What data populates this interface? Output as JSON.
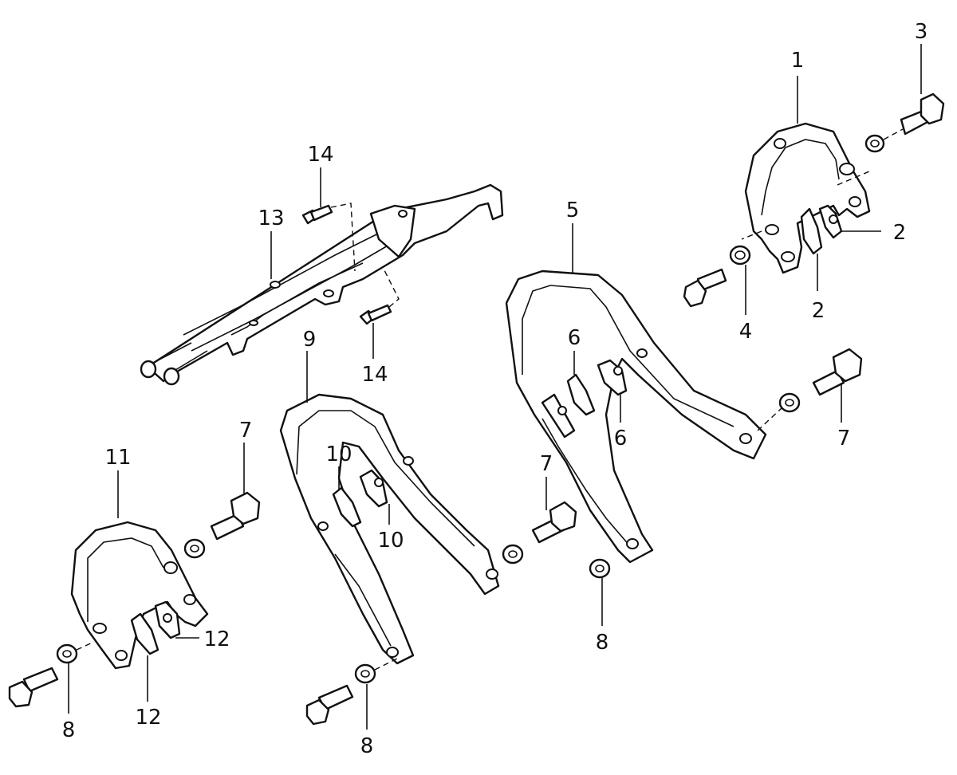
{
  "callouts": {
    "c1": "1",
    "c2a": "2",
    "c2b": "2",
    "c3": "3",
    "c4": "4",
    "c5": "5",
    "c6a": "6",
    "c6b": "6",
    "c7a": "7",
    "c7b": "7",
    "c7c": "7",
    "c8a": "8",
    "c8b": "8",
    "c8c": "8",
    "c9": "9",
    "c10a": "10",
    "c10b": "10",
    "c11": "11",
    "c12a": "12",
    "c12b": "12",
    "c13": "13",
    "c14a": "14",
    "c14b": "14"
  },
  "colors": {
    "line": "#111111",
    "background": "#ffffff"
  }
}
